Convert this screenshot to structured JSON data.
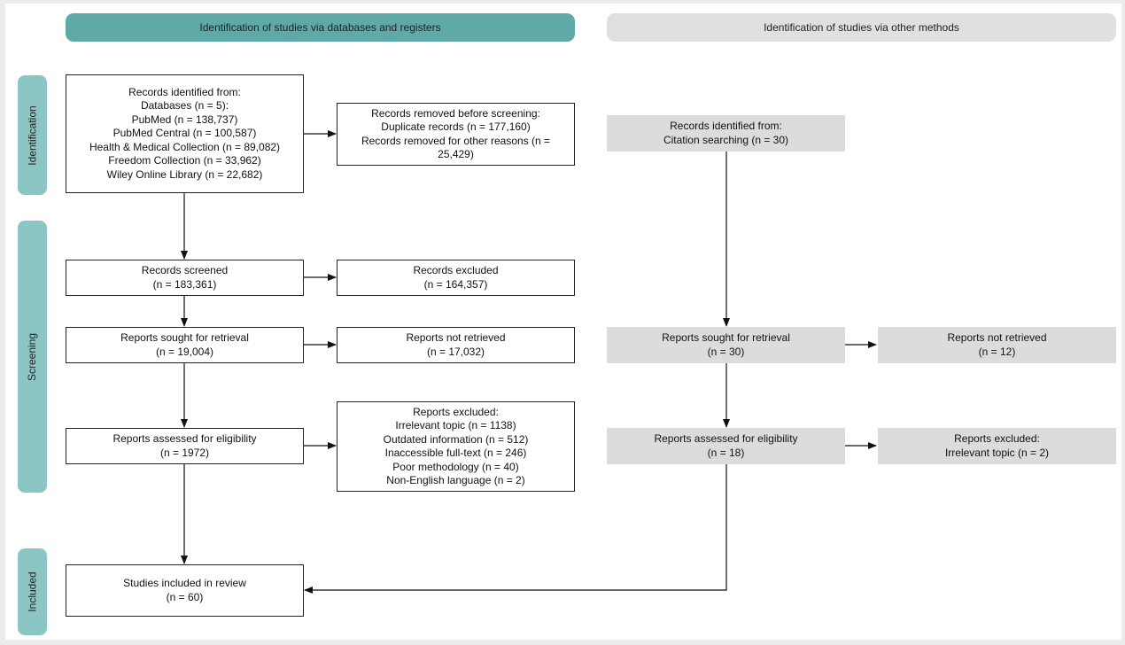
{
  "headers": {
    "databases": "Identification of studies via databases and registers",
    "other": "Identification of studies via other methods"
  },
  "stages": {
    "identification": "Identification",
    "screening": "Screening",
    "included": "Included"
  },
  "left": {
    "records_identified": [
      "Records identified from:",
      "Databases (n = 5):",
      "PubMed (n = 138,737)",
      "PubMed Central (n = 100,587)",
      "Health & Medical Collection (n = 89,082)",
      "Freedom Collection (n = 33,962)",
      "Wiley Online Library (n = 22,682)"
    ],
    "records_removed": [
      "Records removed before screening:",
      "Duplicate records (n = 177,160)",
      "Records removed for other reasons (n =",
      "25,429)"
    ],
    "records_screened": [
      "Records screened",
      "(n = 183,361)"
    ],
    "records_excluded": [
      "Records excluded",
      "(n = 164,357)"
    ],
    "reports_sought": [
      "Reports sought for retrieval",
      "(n = 19,004)"
    ],
    "reports_not_retrieved": [
      "Reports not retrieved",
      "(n = 17,032)"
    ],
    "reports_assessed": [
      "Reports assessed for eligibility",
      "(n = 1972)"
    ],
    "reports_excluded": [
      "Reports excluded:",
      "Irrelevant topic (n = 1138)",
      "Outdated information (n = 512)",
      "Inaccessible full-text (n = 246)",
      "Poor methodology (n = 40)",
      "Non-English language (n = 2)"
    ],
    "studies_included": [
      "Studies included in review",
      "(n = 60)"
    ]
  },
  "right": {
    "records_identified": [
      "Records identified from:",
      "Citation searching (n = 30)"
    ],
    "reports_sought": [
      "Reports sought for retrieval",
      "(n = 30)"
    ],
    "reports_not_retrieved": [
      "Reports not retrieved",
      "(n = 12)"
    ],
    "reports_assessed": [
      "Reports assessed for eligibility",
      "(n = 18)"
    ],
    "reports_excluded": [
      "Reports excluded:",
      "Irrelevant topic (n = 2)"
    ]
  }
}
